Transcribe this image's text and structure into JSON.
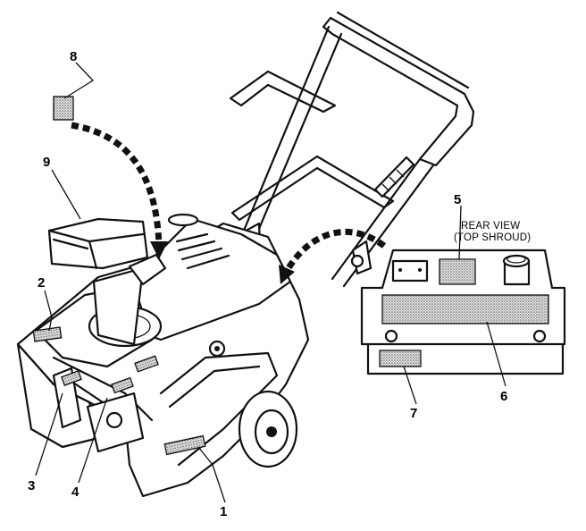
{
  "diagram": {
    "callouts": [
      {
        "id": "1",
        "label": "1"
      },
      {
        "id": "2",
        "label": "2"
      },
      {
        "id": "3",
        "label": "3"
      },
      {
        "id": "4",
        "label": "4"
      },
      {
        "id": "5",
        "label": "5"
      },
      {
        "id": "6",
        "label": "6"
      },
      {
        "id": "7",
        "label": "7"
      },
      {
        "id": "8",
        "label": "8"
      },
      {
        "id": "9",
        "label": "9"
      }
    ],
    "rear_view": {
      "line1": "REAR VIEW",
      "line2": "(TOP SHROUD)"
    }
  }
}
